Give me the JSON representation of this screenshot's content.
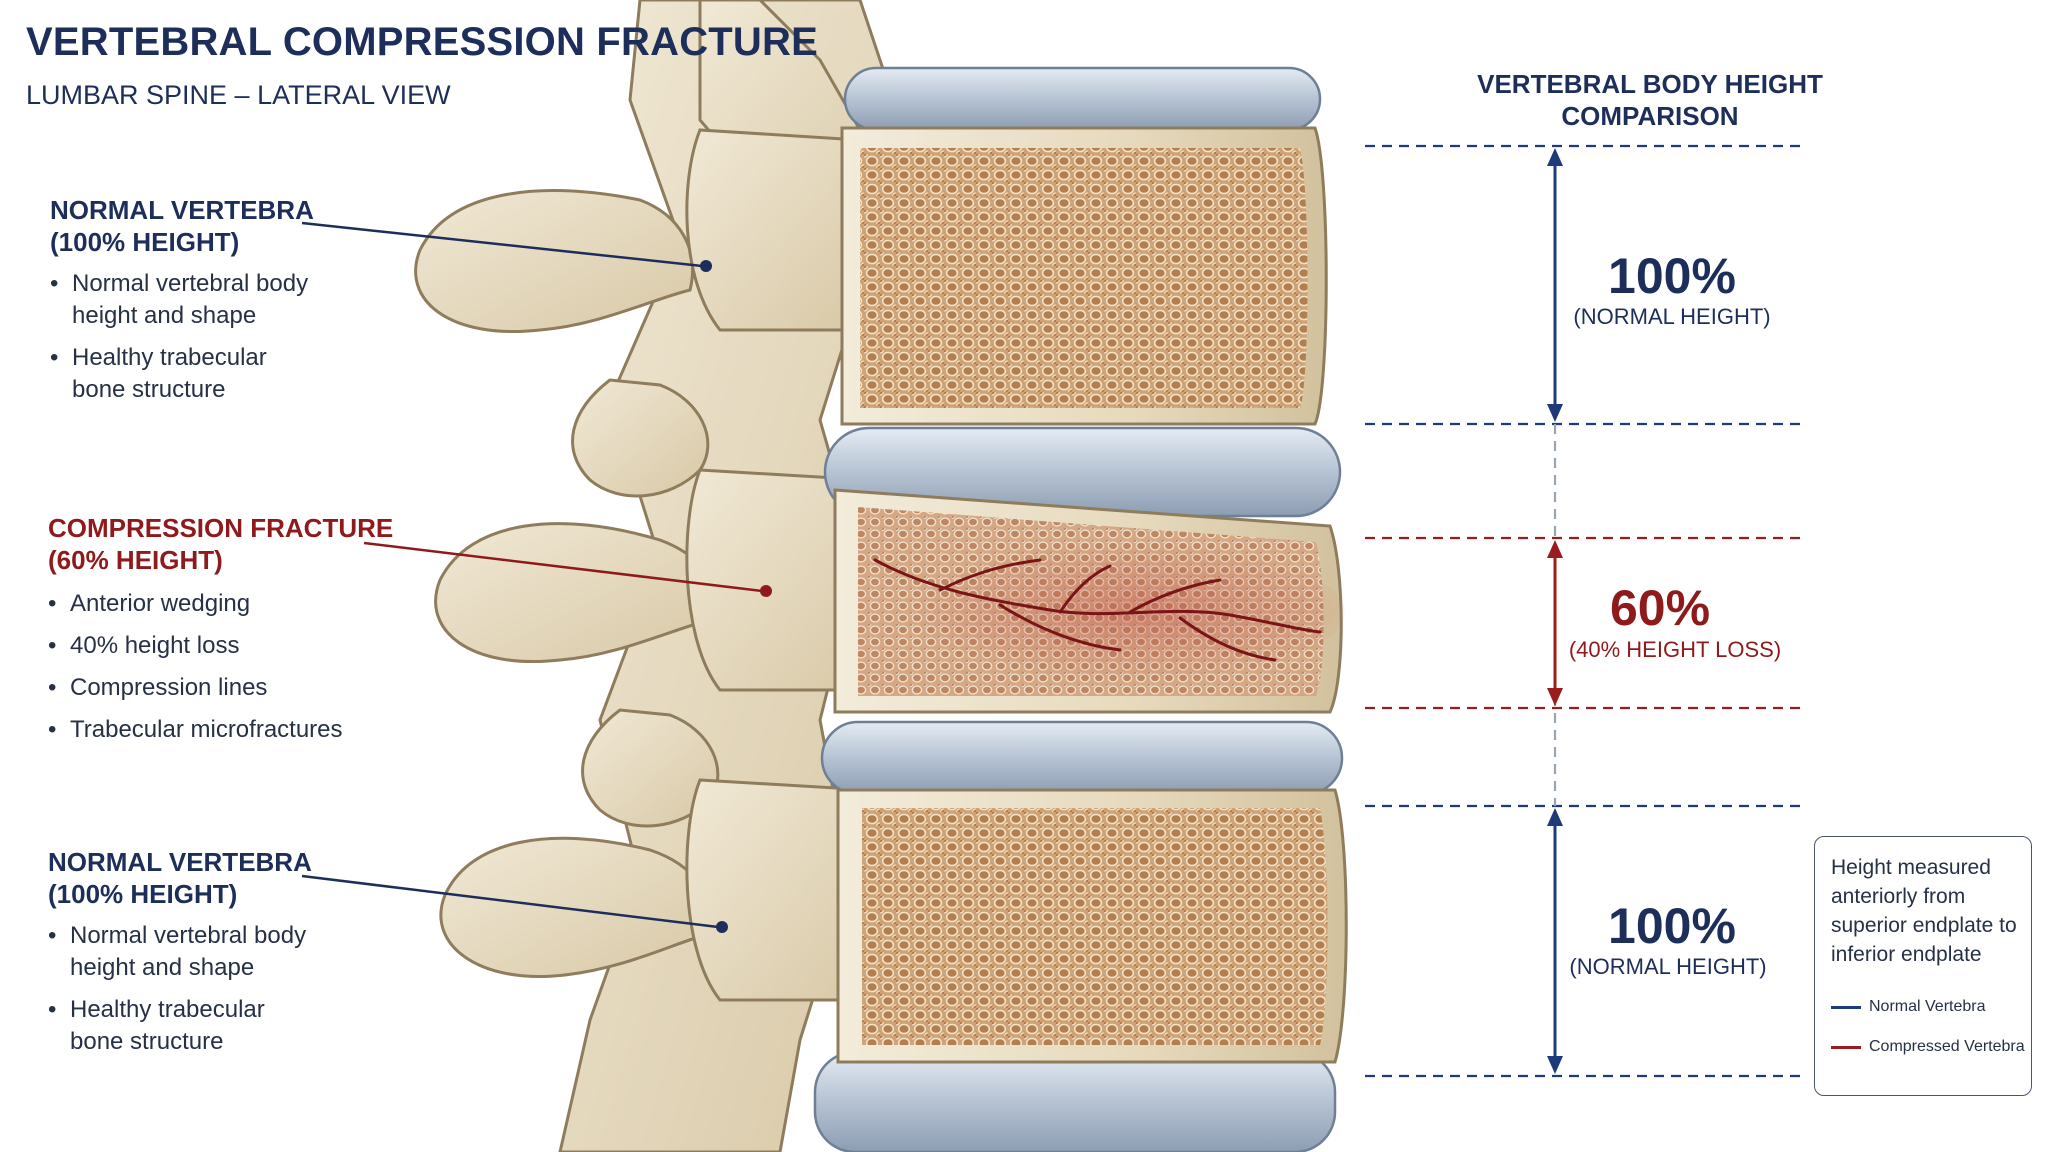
{
  "header": {
    "title": "VERTEBRAL COMPRESSION FRACTURE",
    "subtitle": "LUMBAR SPINE – LATERAL VIEW"
  },
  "labels": {
    "top": {
      "title_line1": "NORMAL VERTEBRA",
      "title_line2": "(100% HEIGHT)",
      "bullets": [
        "Normal vertebral body",
        "height and shape",
        "Healthy trabecular",
        "bone structure"
      ]
    },
    "middle": {
      "title_line1": "COMPRESSION FRACTURE",
      "title_line2": "(60% HEIGHT)",
      "bullets": [
        "Anterior wedging",
        "40% height loss",
        "Compression lines",
        "Trabecular microfractures"
      ]
    },
    "bottom": {
      "title_line1": "NORMAL VERTEBRA",
      "title_line2": "(100% HEIGHT)",
      "bullets": [
        "Normal vertebral body",
        "height and shape",
        "Healthy trabecular",
        "bone structure"
      ]
    }
  },
  "comparison": {
    "title_line1": "VERTEBRAL BODY HEIGHT",
    "title_line2": "COMPARISON",
    "top": {
      "value": "100%",
      "caption": "(NORMAL HEIGHT)"
    },
    "middle": {
      "value": "60%",
      "caption": "(40% HEIGHT LOSS)"
    },
    "bottom": {
      "value": "100%",
      "caption": "(NORMAL HEIGHT)"
    }
  },
  "note": {
    "text": "Height measured anteriorly from superior endplate to inferior endplate",
    "legend": [
      {
        "label": "Normal Vertebra",
        "color": "#1d3a7a"
      },
      {
        "label": "Compressed Vertebra",
        "color": "#9a1c1f"
      }
    ]
  },
  "colors": {
    "navy": "#1d3a7a",
    "red": "#9a1c1f",
    "bone": "#e8dcc2",
    "disc": "#b9c5d3",
    "cancellous": "#d1a77a"
  }
}
